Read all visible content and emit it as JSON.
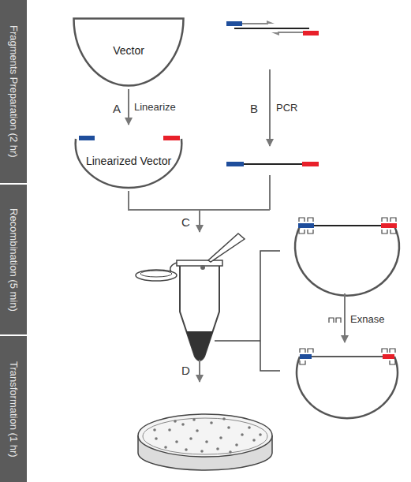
{
  "diagram": {
    "nodes": [
      {
        "text": [
          "Fragments Preparation (2 hr)"
        ]
      },
      {
        "text": [
          "Recombination (5 min)"
        ]
      },
      {
        "text": [
          "Transformation (1 hr)"
        ]
      },
      {
        "text": [
          "Vector"
        ]
      },
      {
        "text": [
          "Linearized Vector"
        ]
      }
    ],
    "edges": [
      {
        "from": 3,
        "to": 4,
        "arrow": "to",
        "label": "Linearize"
      }
    ],
    "labels": [
      "A",
      "B",
      "PCR",
      "C",
      "D",
      "Exnase"
    ]
  }
}
